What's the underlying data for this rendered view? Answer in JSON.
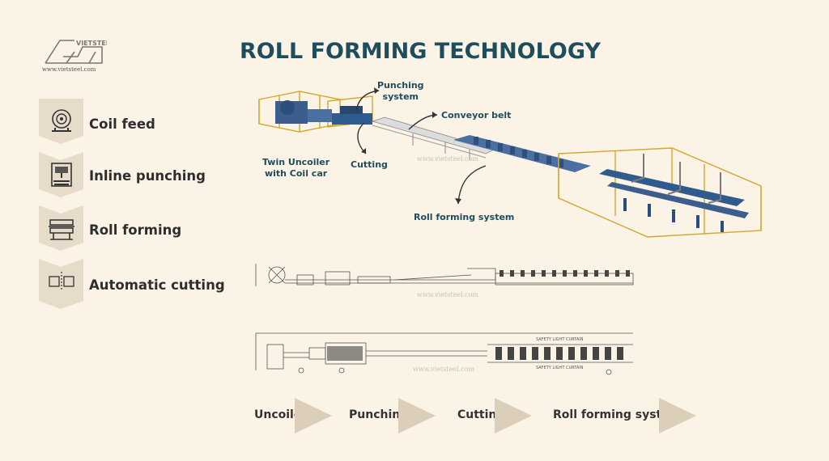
{
  "brand": {
    "logo_text": "VIETSTEEL",
    "url": "www.vietsteel.com"
  },
  "title": "ROLL FORMING TECHNOLOGY",
  "steps": [
    {
      "label": "Coil feed",
      "icon": "coil-icon"
    },
    {
      "label": "Inline punching",
      "icon": "press-icon"
    },
    {
      "label": "Roll forming",
      "icon": "roller-icon"
    },
    {
      "label": "Automatic cutting",
      "icon": "cutting-icon"
    }
  ],
  "callouts": {
    "punching": "Punching\nsystem",
    "conveyor": "Conveyor belt",
    "uncoiler": "Twin Uncoiler\nwith Coil car",
    "cutting": "Cutting",
    "rollforming": "Roll forming system"
  },
  "watermark": "www.vietsteel.com",
  "drawing_labels": {
    "curtain": "SAFETY LIGHT CURTAIN"
  },
  "flow": [
    "Uncoiler",
    "Punching",
    "Cutting",
    "Roll forming system"
  ],
  "colors": {
    "title": "#1e4d5c",
    "background": "#fbf3e6",
    "chevron": "#e7dcc9",
    "arrow": "#dccfb9"
  }
}
